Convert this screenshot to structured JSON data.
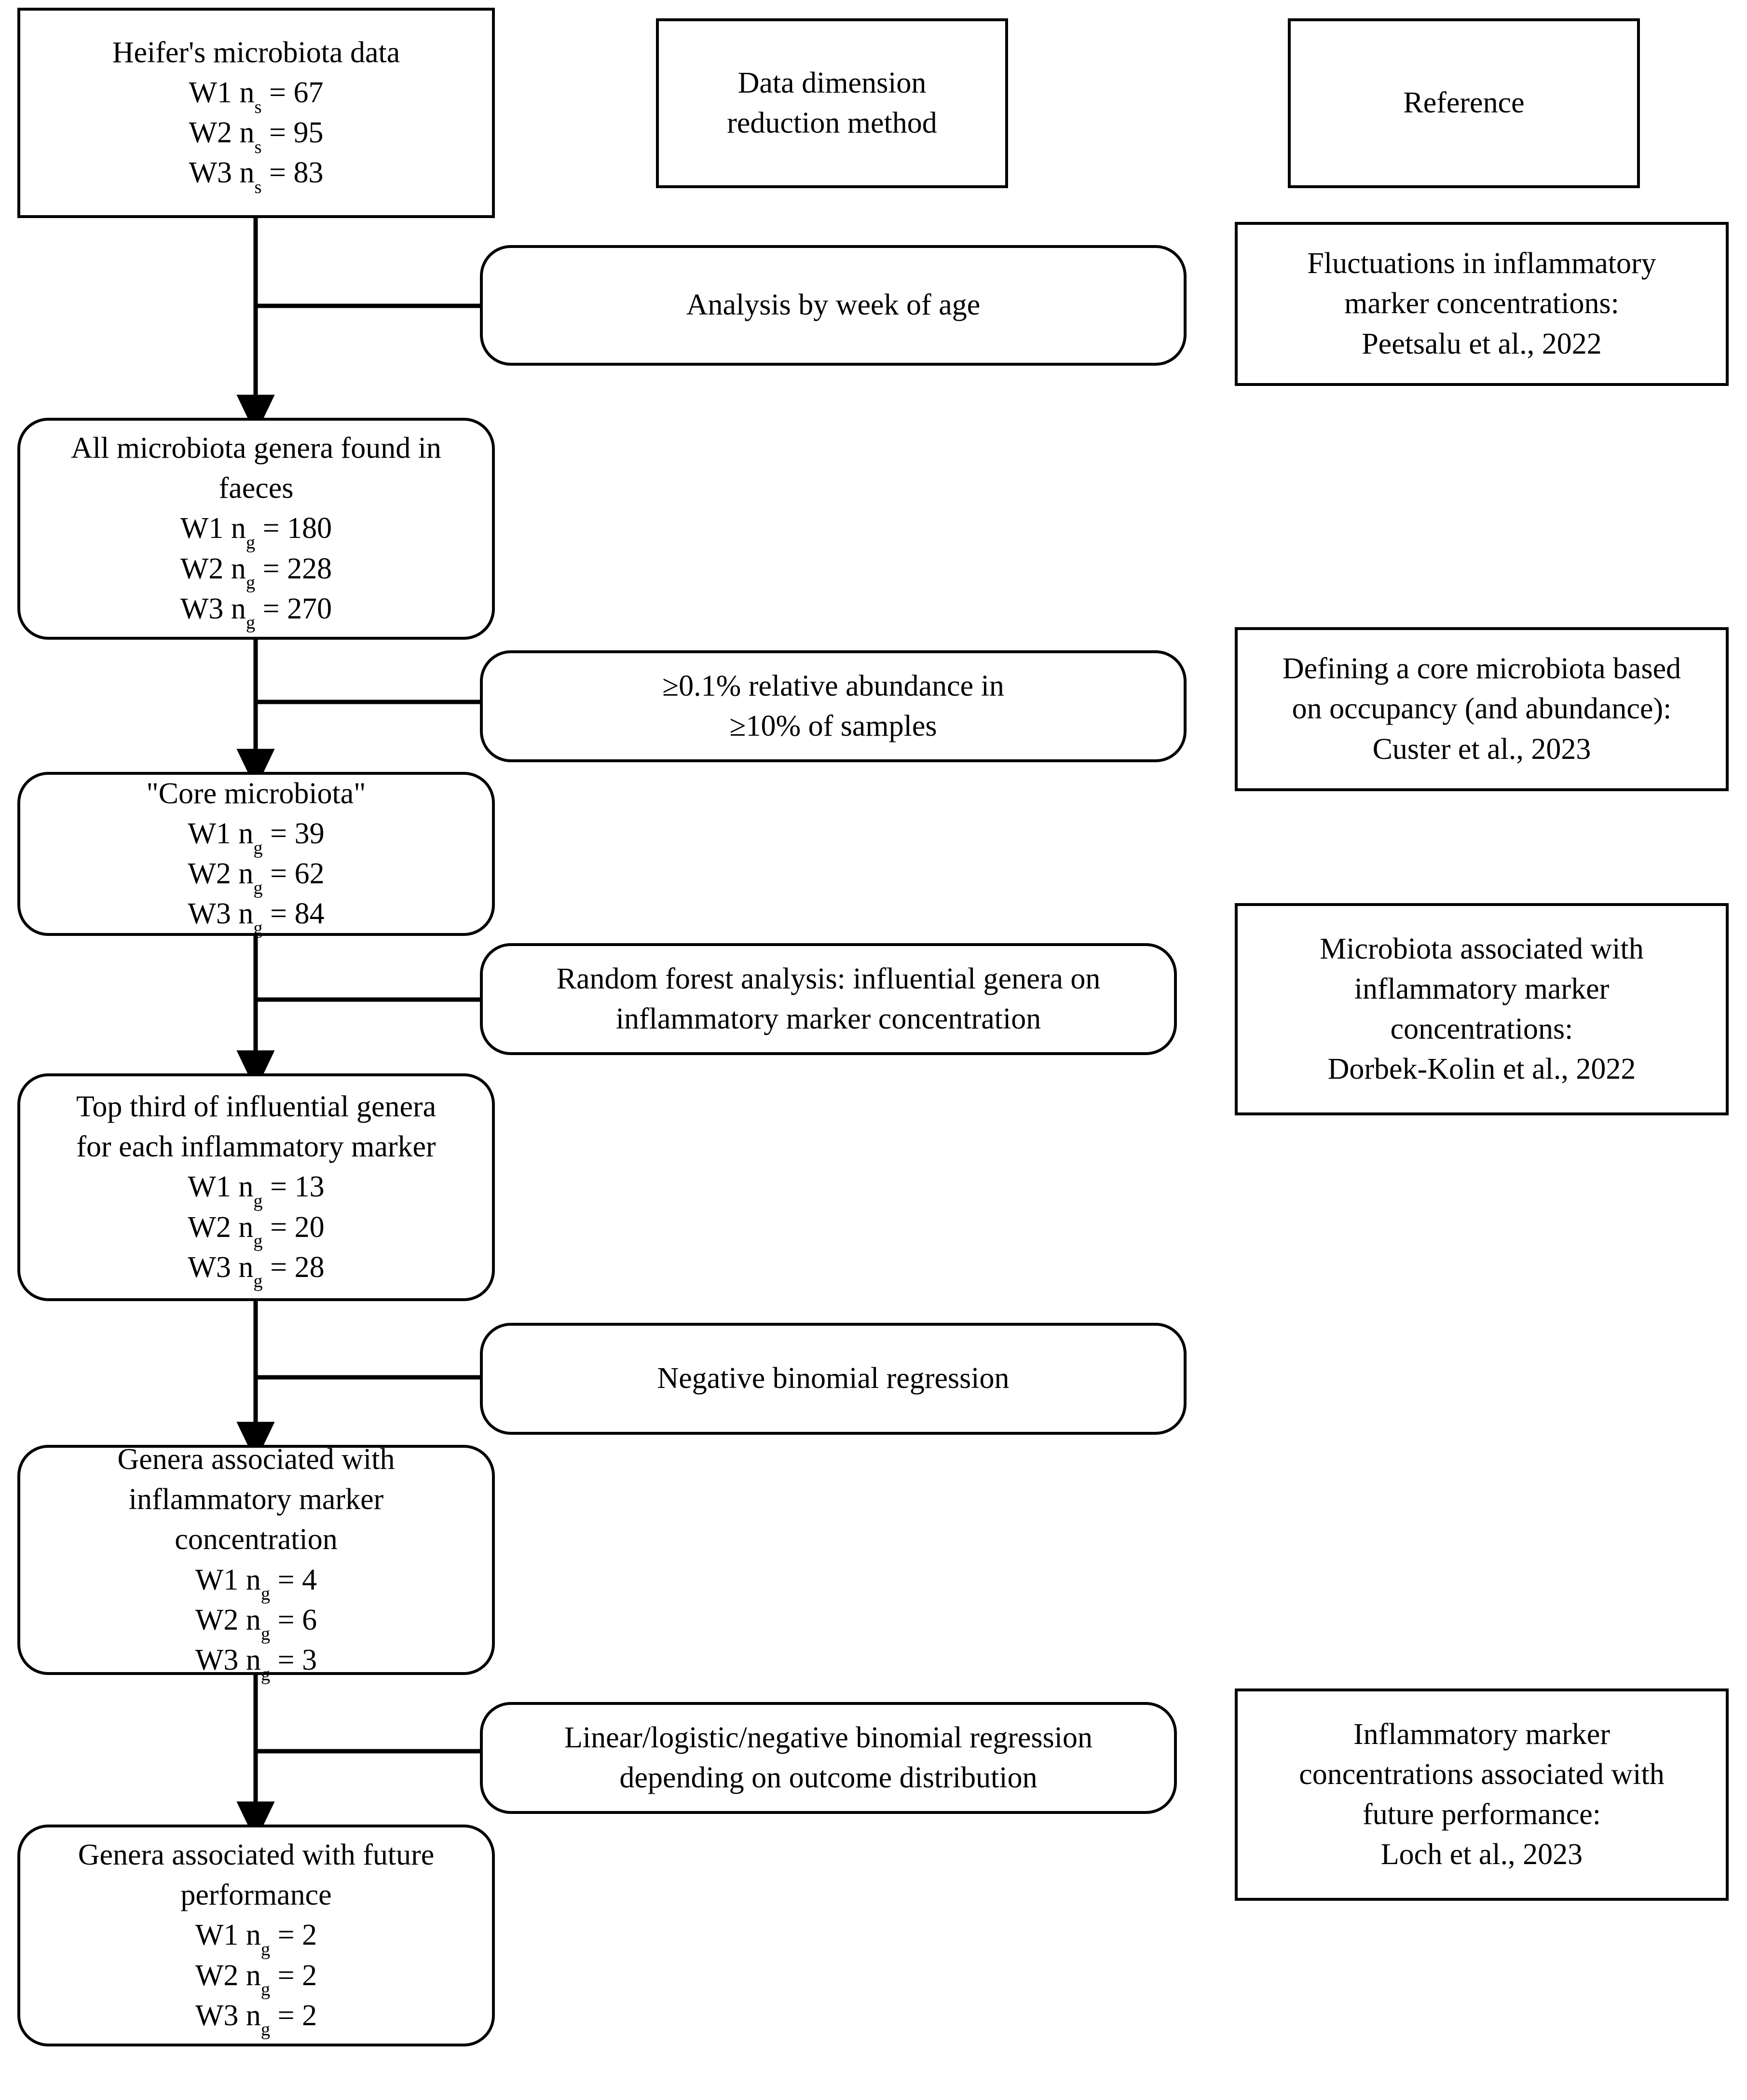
{
  "diagram": {
    "title": "Heifer microbiota data dimension reduction flowchart",
    "colors": {
      "stroke": "#000000",
      "background": "#ffffff",
      "text": "#000000"
    }
  },
  "headers": {
    "left": "",
    "middle": {
      "line1": "Data dimension",
      "line2": "reduction method"
    },
    "right": {
      "line1": "Reference"
    }
  },
  "stages": [
    {
      "id": "heifer-data",
      "title": "Heifer's microbiota data",
      "counts": [
        {
          "week": "W1",
          "symbol": "n",
          "subscript": "s",
          "eq": "=",
          "value": "67"
        },
        {
          "week": "W2",
          "symbol": "n",
          "subscript": "s",
          "eq": "=",
          "value": "95"
        },
        {
          "week": "W3",
          "symbol": "n",
          "subscript": "s",
          "eq": "=",
          "value": "83"
        }
      ]
    },
    {
      "id": "all-genera",
      "title_line1": "All microbiota genera found in",
      "title_line2": "faeces",
      "counts": [
        {
          "week": "W1",
          "symbol": "n",
          "subscript": "g",
          "eq": "=",
          "value": "180"
        },
        {
          "week": "W2",
          "symbol": "n",
          "subscript": "g",
          "eq": "=",
          "value": "228"
        },
        {
          "week": "W3",
          "symbol": "n",
          "subscript": "g",
          "eq": "=",
          "value": "270"
        }
      ]
    },
    {
      "id": "core-microbiota",
      "title": "\"Core microbiota\"",
      "counts": [
        {
          "week": "W1",
          "symbol": "n",
          "subscript": "g",
          "eq": "=",
          "value": "39"
        },
        {
          "week": "W2",
          "symbol": "n",
          "subscript": "g",
          "eq": "=",
          "value": "62"
        },
        {
          "week": "W3",
          "symbol": "n",
          "subscript": "g",
          "eq": "=",
          "value": "84"
        }
      ]
    },
    {
      "id": "top-third",
      "title_line1": "Top third of influential genera",
      "title_line2": "for each inflammatory marker",
      "counts": [
        {
          "week": "W1",
          "symbol": "n",
          "subscript": "g",
          "eq": "=",
          "value": "13"
        },
        {
          "week": "W2",
          "symbol": "n",
          "subscript": "g",
          "eq": "=",
          "value": "20"
        },
        {
          "week": "W3",
          "symbol": "n",
          "subscript": "g",
          "eq": "=",
          "value": "28"
        }
      ]
    },
    {
      "id": "genera-marker",
      "title_line1": "Genera associated with",
      "title_line2": "inflammatory marker",
      "title_line3": "concentration",
      "counts": [
        {
          "week": "W1",
          "symbol": "n",
          "subscript": "g",
          "eq": "=",
          "value": "4"
        },
        {
          "week": "W2",
          "symbol": "n",
          "subscript": "g",
          "eq": "=",
          "value": "6"
        },
        {
          "week": "W3",
          "symbol": "n",
          "subscript": "g",
          "eq": "=",
          "value": "3"
        }
      ]
    },
    {
      "id": "genera-future",
      "title_line1": "Genera associated with future",
      "title_line2": "performance",
      "counts": [
        {
          "week": "W1",
          "symbol": "n",
          "subscript": "g",
          "eq": "=",
          "value": "2"
        },
        {
          "week": "W2",
          "symbol": "n",
          "subscript": "g",
          "eq": "=",
          "value": "2"
        },
        {
          "week": "W3",
          "symbol": "n",
          "subscript": "g",
          "eq": "=",
          "value": "2"
        }
      ]
    }
  ],
  "methods": [
    {
      "id": "method-week-age",
      "line1": "Analysis by week of age",
      "line2": ""
    },
    {
      "id": "method-abundance",
      "line1": "≥0.1% relative abundance in",
      "line2": "≥10% of samples"
    },
    {
      "id": "method-random-forest",
      "line1": "Random forest analysis: influential genera on",
      "line2": "inflammatory marker concentration"
    },
    {
      "id": "method-negative-binomial",
      "line1": "Negative binomial regression",
      "line2": ""
    },
    {
      "id": "method-mixed-regression",
      "line1": "Linear/logistic/negative binomial regression",
      "line2": "depending on outcome distribution"
    }
  ],
  "references": [
    {
      "id": "ref-peetsalu",
      "line1": "Fluctuations in inflammatory",
      "line2": "marker concentrations:",
      "line3": "Peetsalu et al., 2022"
    },
    {
      "id": "ref-custer",
      "line1": "Defining a core microbiota based",
      "line2": "on occupancy (and abundance):",
      "line3": "Custer et al., 2023"
    },
    {
      "id": "ref-dorbek-kolin",
      "line1": "Microbiota associated with",
      "line2": "inflammatory marker",
      "line3": "concentrations:",
      "line4": "Dorbek-Kolin et al., 2022"
    },
    {
      "id": "ref-loch",
      "line1": "Inflammatory marker",
      "line2": "concentrations associated with",
      "line3": "future performance:",
      "line4": "Loch et al., 2023"
    }
  ]
}
